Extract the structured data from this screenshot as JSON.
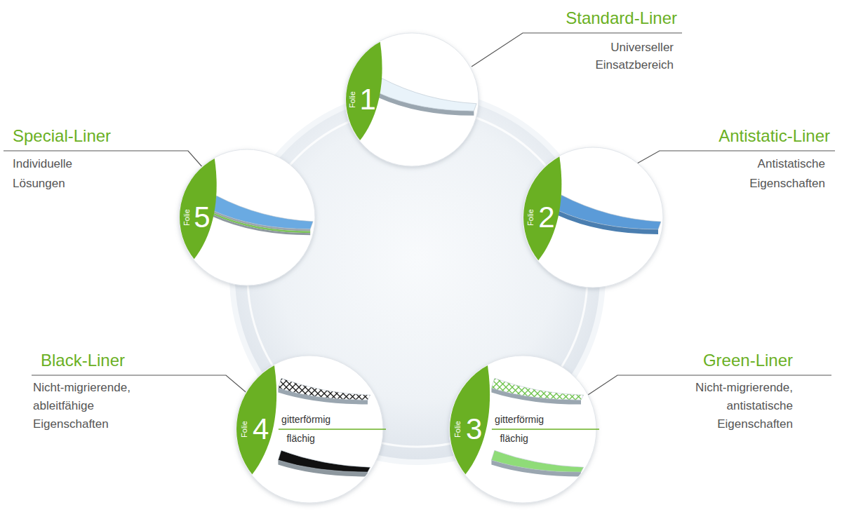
{
  "diagram": {
    "nodes": [
      {
        "text": [
          "Standard-Liner",
          "Universeller Einsatzbereich",
          "Folie",
          "1"
        ]
      },
      {
        "text": [
          "Special-Liner",
          "Individuelle Lösungen",
          "Folie",
          "5"
        ]
      },
      {
        "text": [
          "Antistatic-Liner",
          "Antistatische Eigenschaften",
          "Folie",
          "2"
        ]
      },
      {
        "text": [
          "Black-Liner",
          "Nicht-migrierende, ableitfähige Eigenschaften",
          "Folie",
          "4",
          "gitterförmig",
          "flächig"
        ]
      },
      {
        "text": [
          "Green-Liner",
          "Nicht-migrierende, antistatische Eigenschaften",
          "Folie",
          "3",
          "gitterförmig",
          "flächig"
        ]
      }
    ]
  }
}
